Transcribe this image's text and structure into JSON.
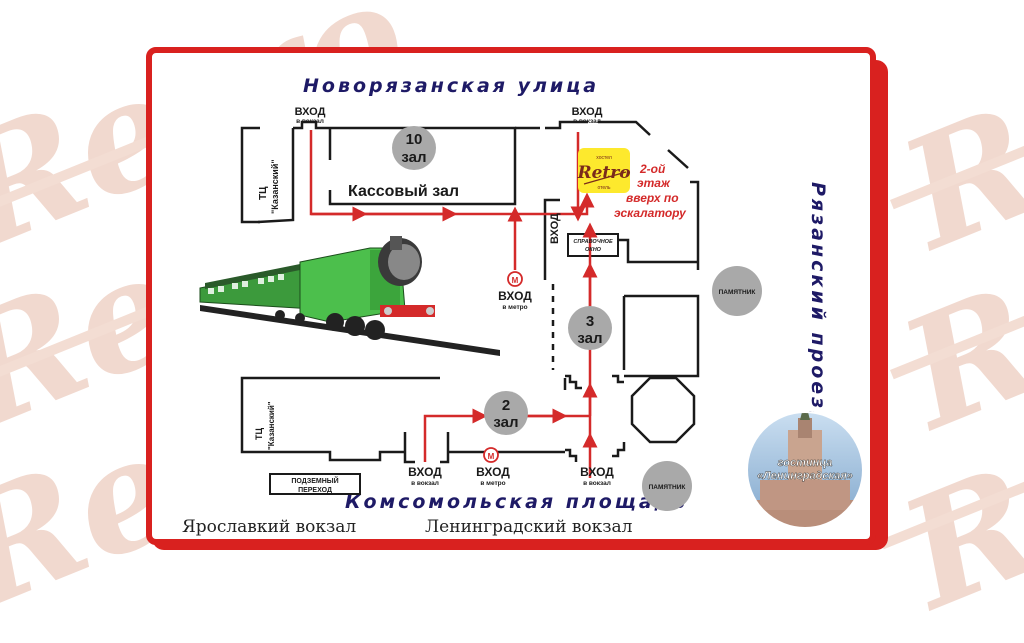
{
  "watermark": {
    "text": "Retro",
    "color": "#f1d9cf"
  },
  "colors": {
    "frame": "#d9211f",
    "route": "#d42a2a",
    "street_text": "#1e1a66",
    "hall_circle": "#a9a9a9",
    "wall": "#1a1a1a"
  },
  "streets": {
    "top": "Новорязанская улица",
    "bottom": "Комсомольская площадь",
    "right": "Рязанский проезд"
  },
  "stations": {
    "left": "Ярославкий вокзал",
    "right": "Ленинградский вокзал"
  },
  "entrances": [
    {
      "id": "top-left",
      "title": "ВХОД",
      "sub": "в вокзал"
    },
    {
      "id": "top-right",
      "title": "ВХОД",
      "sub": "в вокзал"
    },
    {
      "id": "metro-center",
      "title": "ВХОД",
      "sub": "в метро",
      "icon": "metro-icon",
      "icon_letter": "М"
    },
    {
      "id": "side",
      "title": "ВХОД"
    },
    {
      "id": "bottom-left",
      "title": "ВХОД",
      "sub": "в вокзал"
    },
    {
      "id": "bottom-metro",
      "title": "ВХОД",
      "sub": "в метро",
      "icon": "metro-icon",
      "icon_letter": "М"
    },
    {
      "id": "bottom-right",
      "title": "ВХОД",
      "sub": "в вокзал"
    }
  ],
  "halls": [
    {
      "number": "10",
      "label": "зал"
    },
    {
      "number": "3",
      "label": "зал"
    },
    {
      "number": "2",
      "label": "зал"
    }
  ],
  "rooms": {
    "ticket_hall": "Кассовый зал",
    "mall_top": {
      "line1": "ТЦ",
      "line2": "\"Казанский\""
    },
    "mall_bottom": {
      "line1": "ТЦ",
      "line2": "\"Казанский\""
    },
    "info_window": {
      "line1": "СПРАВОЧНОЕ",
      "line2": "ОКНО"
    },
    "underpass": {
      "line1": "ПОДЗЕМНЫЙ",
      "line2": "ПЕРЕХОД"
    }
  },
  "monuments": [
    "ПАМЯТНИК",
    "ПАМЯТНИК"
  ],
  "hotel_logo": {
    "brand": "Retro",
    "top_arc": "хостел",
    "bottom_arc": "отель"
  },
  "floor_note": [
    "2-ой",
    "этаж",
    "вверх по",
    "эскалатору"
  ],
  "hotel_landmark": {
    "line1": "гостинца",
    "line2": "«Ленинградская»"
  }
}
